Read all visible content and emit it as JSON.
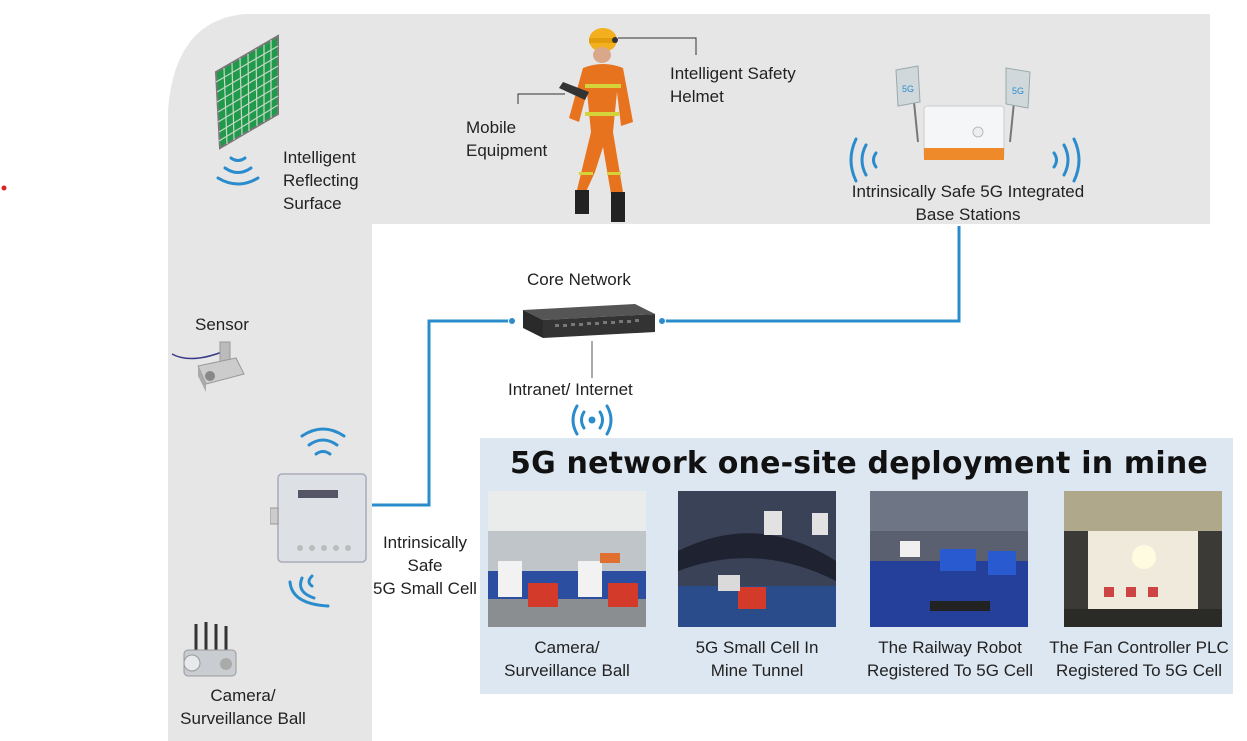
{
  "labels": {
    "irs": "Intelligent Reflecting Surface",
    "helmet_line1": "Intelligent Safety",
    "helmet_line2": "Helmet",
    "mobile_line1": "Mobile",
    "mobile_line2": "Equipment",
    "base_line1": "Intrinsically Safe 5G Integrated",
    "base_line2": "Base Stations",
    "core": "Core Network",
    "intranet": "Intranet/ Internet",
    "sensor": "Sensor",
    "small_cell_line1": "Intrinsically",
    "small_cell_line2": "Safe",
    "small_cell_line3": "5G Small Cell",
    "camera_line1": "Camera/",
    "camera_line2": "Surveillance Ball",
    "irs_line1": "Intelligent",
    "irs_line2": "Reflecting",
    "irs_line3": "Surface"
  },
  "panel": {
    "title": "5G network one-site deployment in mine",
    "photos": [
      {
        "line1": "Camera/",
        "line2": "Surveillance Ball"
      },
      {
        "line1": "5G Small Cell In",
        "line2": "Mine Tunnel"
      },
      {
        "line1": "The Railway Robot",
        "line2": "Registered To 5G Cell"
      },
      {
        "line1": "The Fan Controller PLC",
        "line2": "Registered To 5G Cell"
      }
    ]
  },
  "badges": {
    "five_g": "5G"
  },
  "colors": {
    "tunnel": "#e6e6e6",
    "panel": "#dde7f1",
    "link": "#2a8ccc",
    "suit": "#e8731f",
    "irs_green": "#1f9a4a"
  }
}
